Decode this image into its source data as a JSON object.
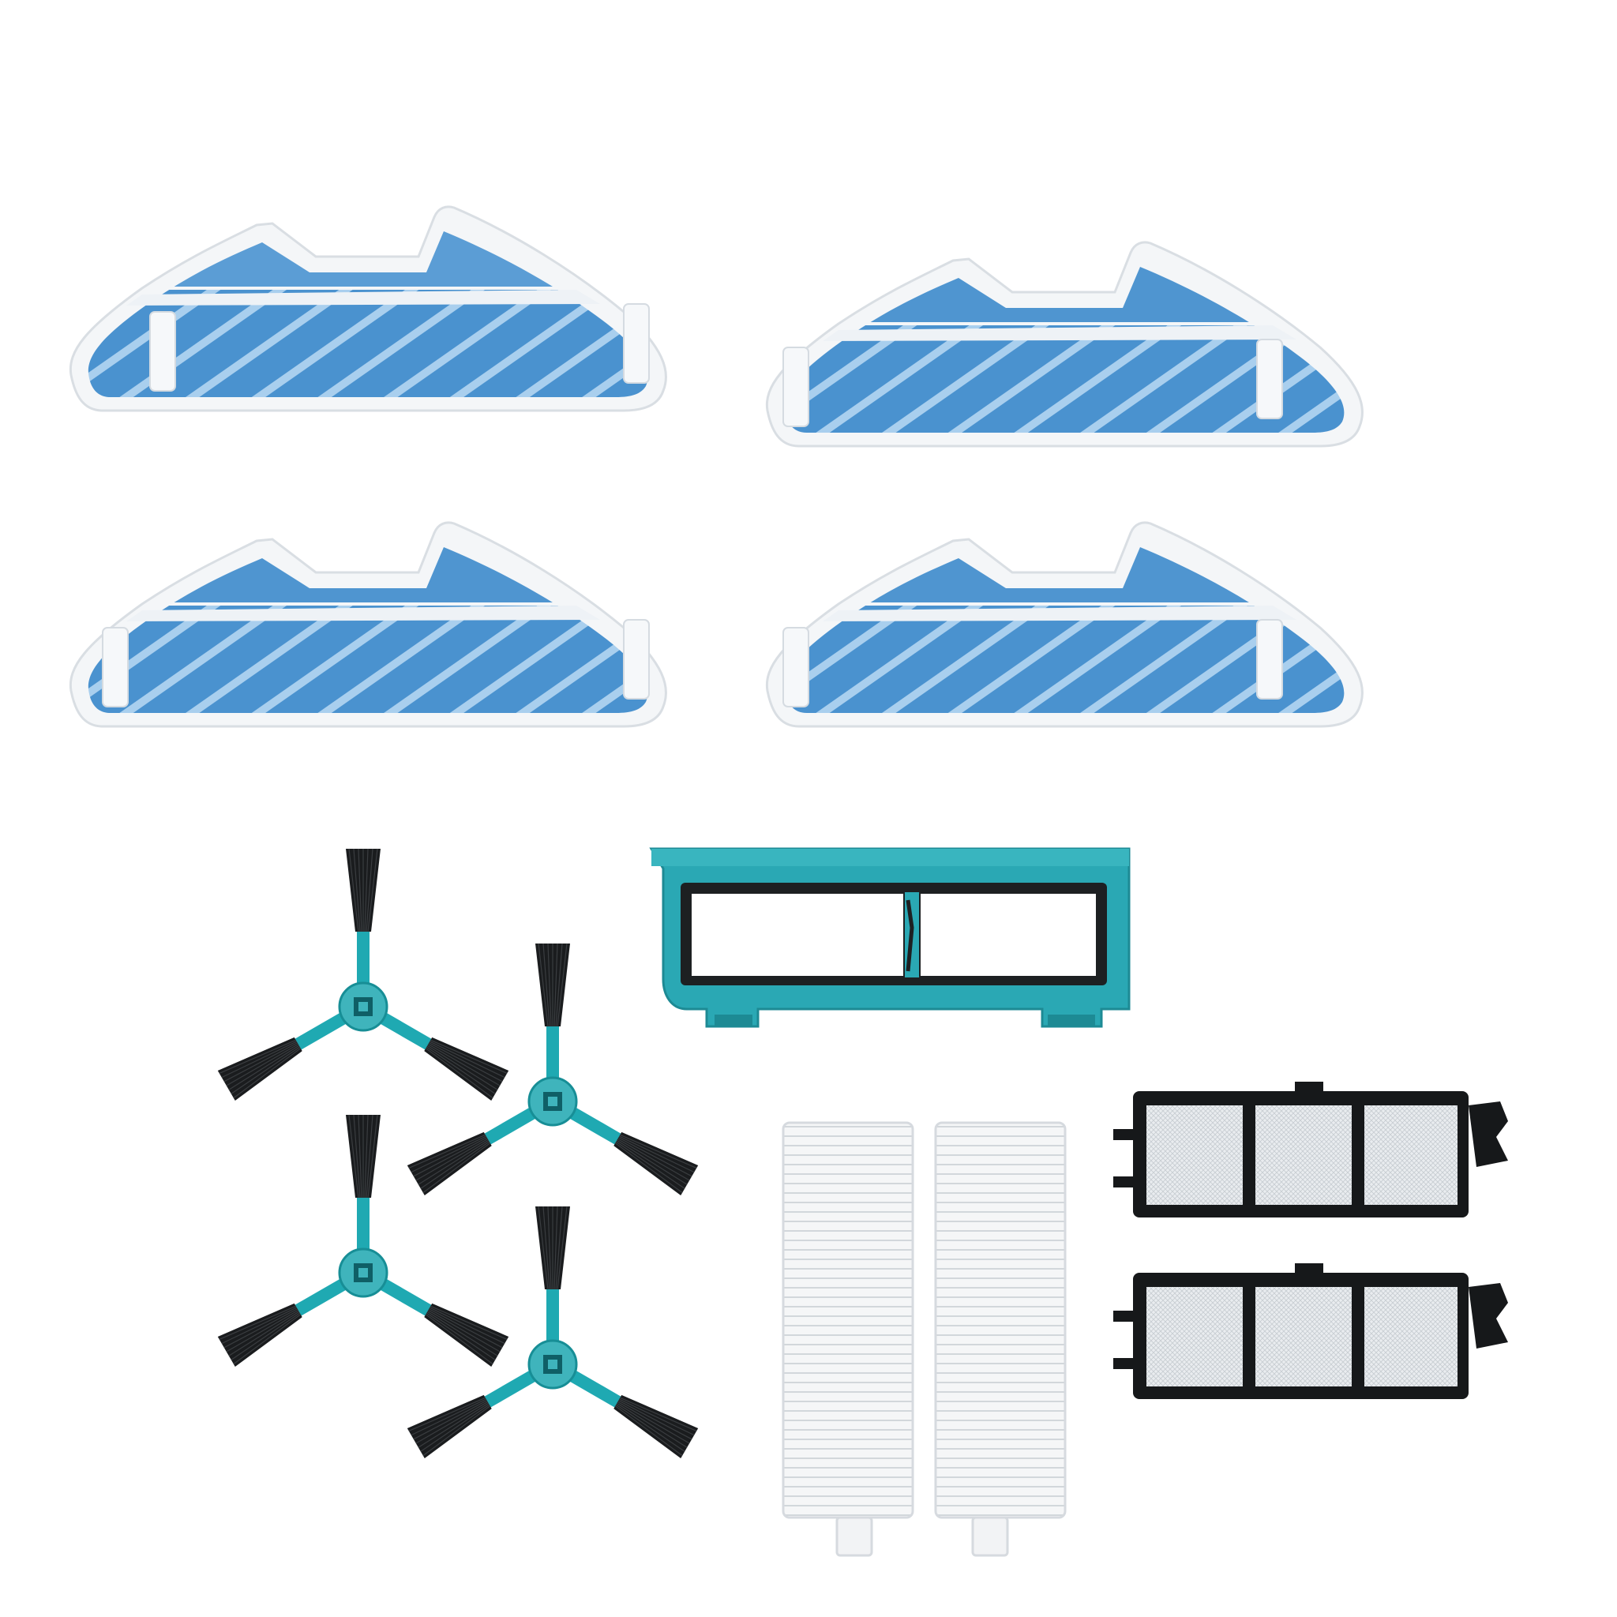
{
  "colors": {
    "background": "#ffffff",
    "mop_fabric": "#4a92cf",
    "mop_fabric_light": "#7fb6e3",
    "mop_stripe": "#a9cfee",
    "mop_border": "#f4f6f8",
    "mop_band": "#e7eef5",
    "brush_arm": "#1fa9b2",
    "brush_hub": "#3fb4bc",
    "bristle": "#1a1c1e",
    "roller_cover": "#2aa8b4",
    "roller_window": "#1d2022",
    "hepa_pleat": "#f5f6f7",
    "hepa_line": "#d2d7db",
    "mesh_frame": "#16181a",
    "mesh_fill": "#e8ebee"
  },
  "items": {
    "mop_pads": 4,
    "side_brushes": 4,
    "roller_brush_cover": 1,
    "hepa_filters": 2,
    "primary_mesh_filters": 2
  }
}
